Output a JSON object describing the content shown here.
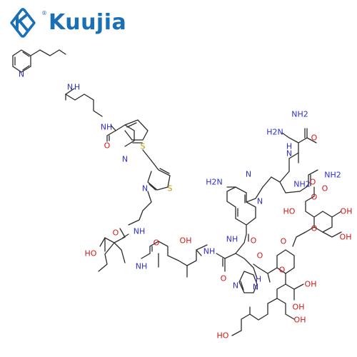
{
  "brand": {
    "name": "Kuujia",
    "registered_mark": "®",
    "color": "#1a6fb5"
  },
  "atom_colors": {
    "nitrogen": "#2f2fd0",
    "oxygen": "#d01818",
    "sulfur": "#b39a00",
    "bond": "#2b2b2b"
  },
  "labels": {
    "pyridine_N": "N",
    "amine_NH_1": "N",
    "amine_NH_1_H": "H",
    "amide_NH_top": "NH",
    "amide_O_top": "O",
    "thiazole1_S": "S",
    "thiazole1_N": "N",
    "thiazole2_S": "S",
    "thiazole2_N": "N",
    "NH_chain": "NH",
    "O_thr": "O",
    "HO_thr": "HO",
    "NH_thr": "NH",
    "O_val": "O",
    "OH_val": "OH",
    "NH_val": "NH",
    "O_his": "O",
    "NH_his": "NH",
    "O_pym_amide": "O",
    "H2N_pym": "H2N",
    "N_pym_1": "N",
    "N_pym_2": "N",
    "NH2_top": "NH2",
    "H2N_top": "H2N",
    "O_top": "O",
    "NH_link": "N",
    "NH_link_H": "H",
    "O_amide2": "O",
    "NH2_amide2": "NH2",
    "O_carbamoyl": "O",
    "NH2_carbamoyl": "NH2",
    "O_carb_ring": "O",
    "OH_sugar1_a": "OH",
    "HO_sugar1_b": "HO",
    "O_sugar1_ring": "O",
    "OH_sugar1_c": "OH",
    "O_glyc_1": "O",
    "O_glyc_2": "O",
    "O_sugar2_ring": "O",
    "OH_sugar2_a": "OH",
    "OH_sugar2_b": "OH",
    "OH_sugar2_c": "OH",
    "HO_sugar2_d": "HO",
    "imid_N": "N",
    "imid_NH": "N",
    "imid_H": "H"
  }
}
